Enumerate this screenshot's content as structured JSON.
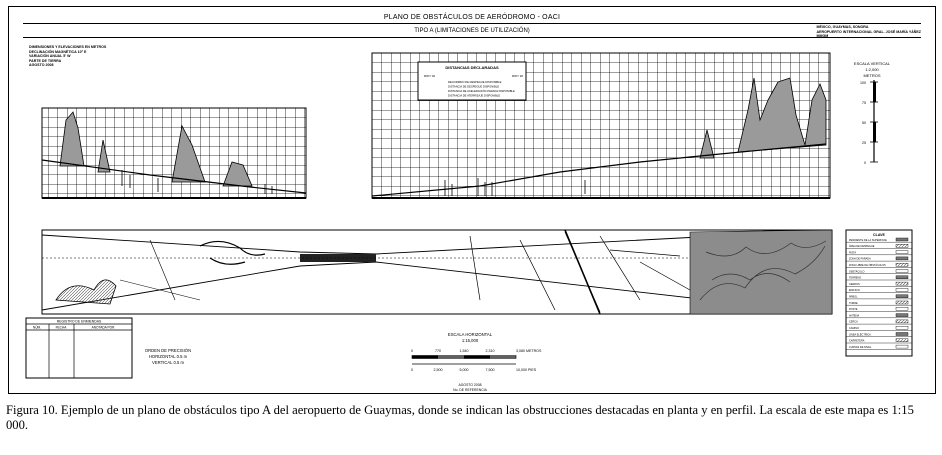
{
  "sheet": {
    "title": "PLANO DE OBSTÁCULOS DE AERÓDROMO - OACI",
    "subtitle": "TIPO A (LIMITACIONES DE UTILIZACIÓN)",
    "reference_lines": [
      "MÉXICO, GUAYMAS, SONORA",
      "AEROPUERTO INTERNACIONAL GRAL. JOSÉ MARÍA YÁÑEZ",
      "MMGM"
    ],
    "dimensions_note_lines": [
      "DIMENSIONES Y ELEVACIONES EN METROS",
      "DECLINACIÓN MAGNÉTICA 10° E",
      "VARIACIÓN ANUAL 5' W",
      "PARTE DE TIERRA",
      "AGOSTO 2008"
    ]
  },
  "declared_distances": {
    "title": "DISTANCIAS DECLARADAS",
    "col_left": "RWY 02",
    "col_right": "RWY 20",
    "rows": [
      "RECORRIDO DE DESPEGUE DISPONIBLE",
      "DISTANCIA DE DESPEGUE DISPONIBLE",
      "DISTANCIA DE ACELERACIÓN-PARADA DISPONIBLE",
      "DISTANCIA DE ATERRIZAJE DISPONIBLE"
    ]
  },
  "vertical_scale": {
    "title": "ESCALA VERTICAL",
    "ratio": "1:2,000",
    "unit": "METROS",
    "ticks": [
      "100",
      "75",
      "50",
      "25",
      "0"
    ]
  },
  "legend": {
    "title": "CLAVE",
    "items": [
      "PENDIENTE DE LA SUPERFICIE",
      "ÁREA DE DESPEGUE",
      "PISTA",
      "ZONA DE PARADA",
      "ZONA LIBRE DE OBSTÁCULOS",
      "OBSTÁCULO",
      "TERRENO",
      "CERROS",
      "EDIFICIO",
      "ÁRBOL",
      "TORRE",
      "POSTE",
      "ANTENA",
      "CERCA",
      "CAMINO",
      "LÍNEA ELÉCTRICA",
      "CARRETERA",
      "CURVAS DE NIVEL"
    ]
  },
  "amendments": {
    "title": "REGISTRO DE ENMIENDAS",
    "columns": [
      "NÚM.",
      "FECHA",
      "ANOTADA POR"
    ]
  },
  "precision": {
    "title": "ORDEN DE PRECISIÓN",
    "horizontal": "HORIZONTAL  0.5 m",
    "vertical": "VERTICAL  0.5 m"
  },
  "horizontal_scale": {
    "title": "ESCALA HORIZONTAL",
    "ratio": "1:15,000",
    "meter_ticks": [
      "0",
      "770",
      "1,540",
      "2,310",
      "3,080 METROS"
    ],
    "feet_ticks": [
      "0",
      "2,500",
      "5,000",
      "7,500",
      "10,000 PIES"
    ]
  },
  "footer": {
    "line1": "AGOSTO 2008",
    "line2": "No. DE REFERENCIA"
  },
  "caption": "Figura 10. Ejemplo de un plano de obstáculos tipo A del aeropuerto de Guaymas, donde se indican las obstrucciones destacadas en planta y en perfil. La escala de este mapa es 1:15 000."
}
